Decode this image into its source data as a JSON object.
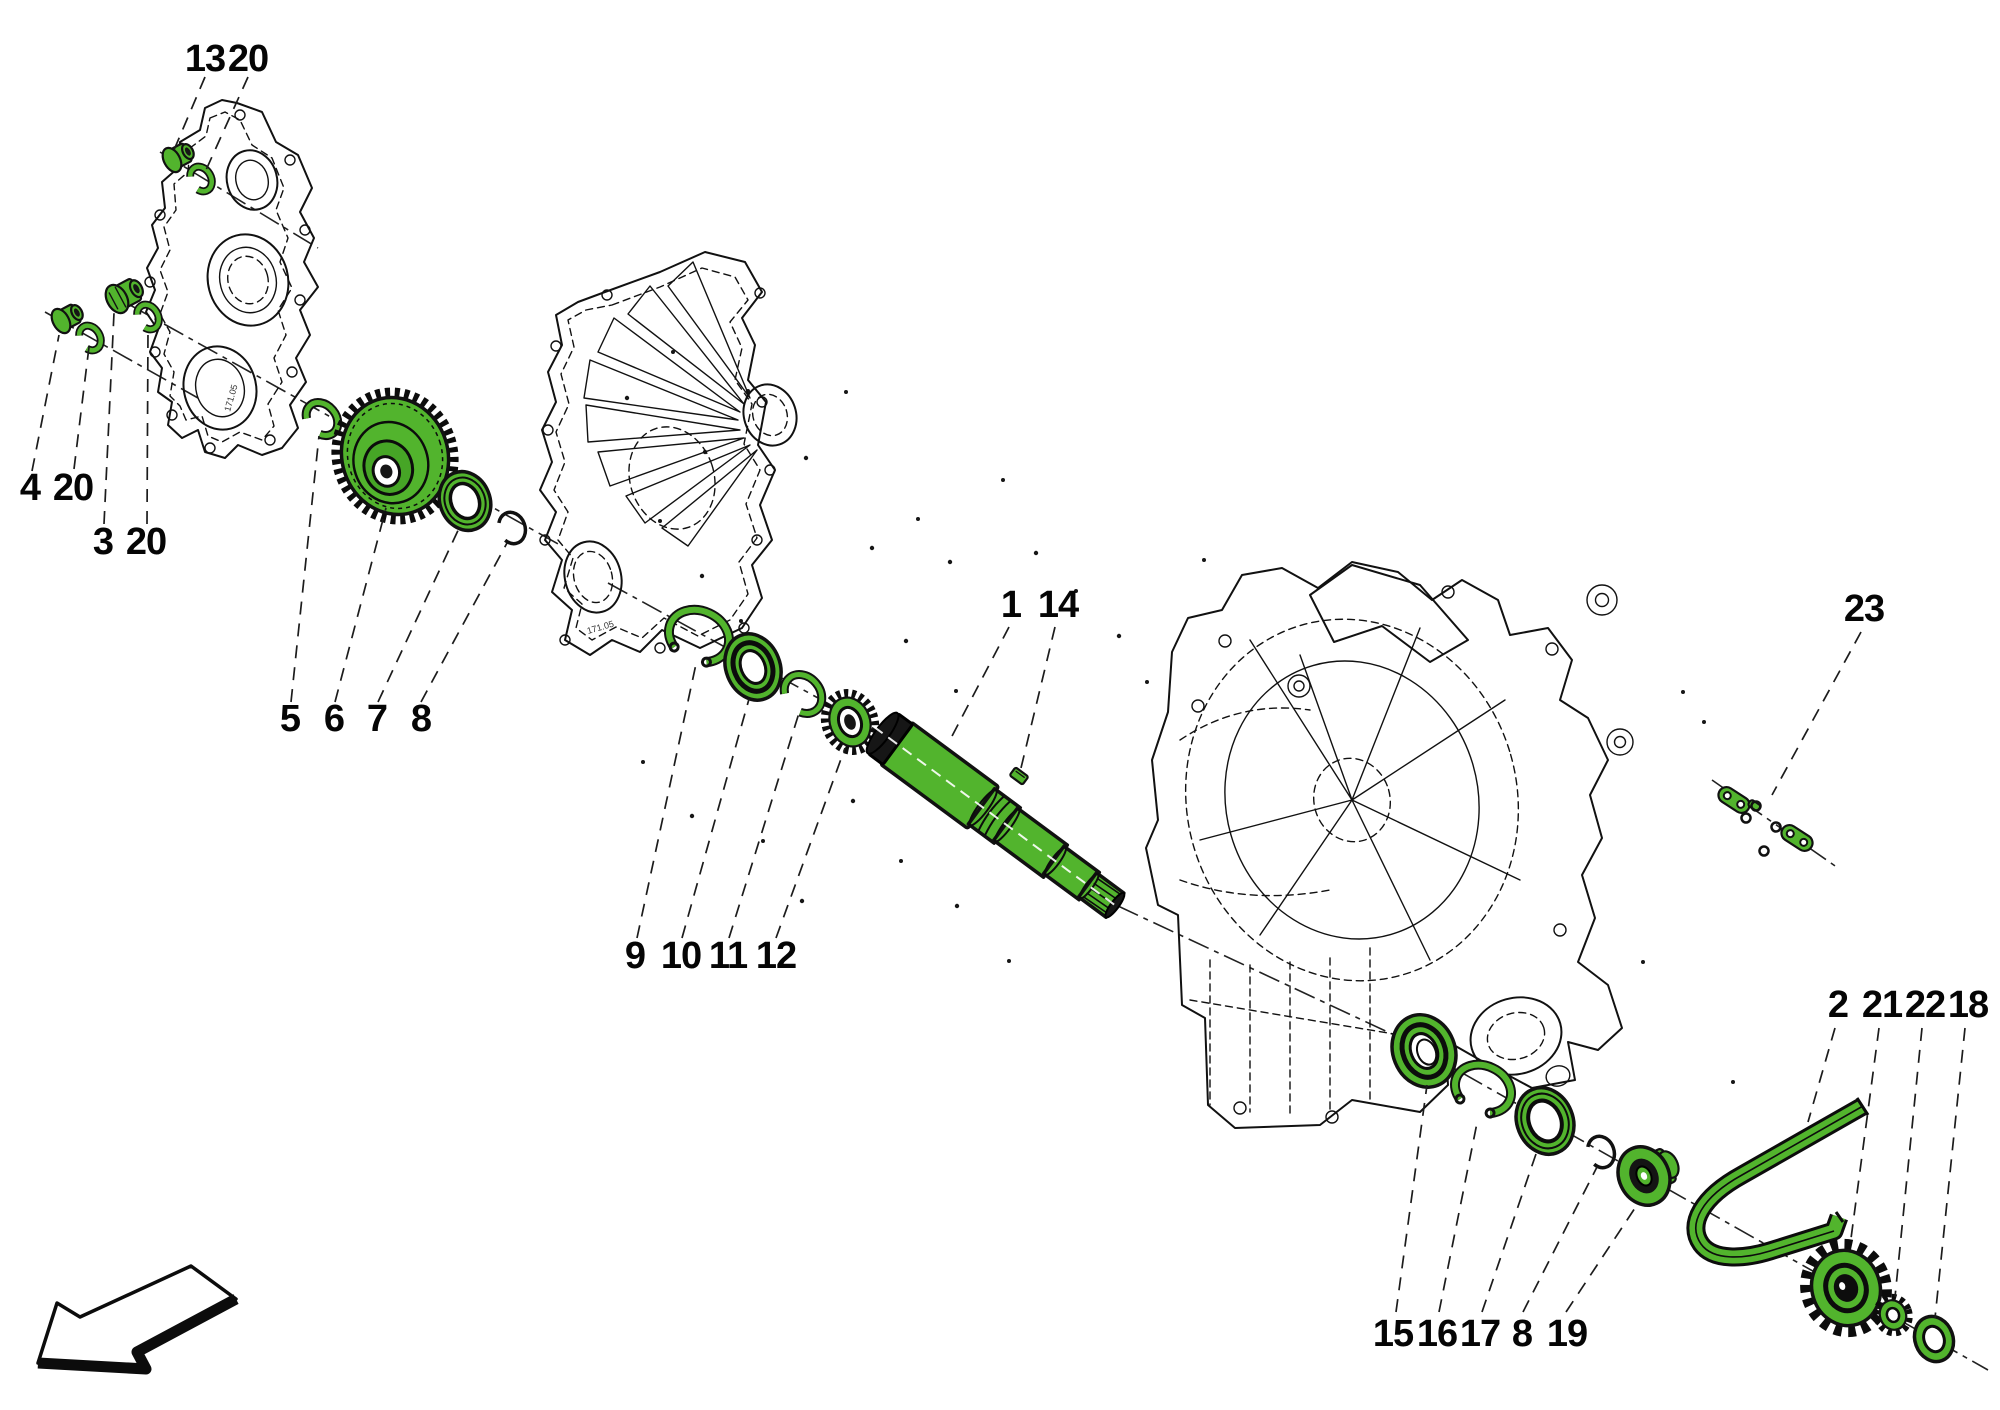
{
  "diagram": {
    "kind": "exploded-parts-diagram-gearbox",
    "background": "#ffffff",
    "highlight_color": "#52b42d",
    "line_color": "#111111",
    "cover_stamp": "171.05",
    "callouts": {
      "c13": "13",
      "c20a": "20",
      "c4": "4",
      "c20b": "20",
      "c3": "3",
      "c20c": "20",
      "c5": "5",
      "c6": "6",
      "c7": "7",
      "c8a": "8",
      "c9": "9",
      "c10": "10",
      "c11": "11",
      "c12": "12",
      "c1": "1",
      "c14": "14",
      "c23": "23",
      "c2": "2",
      "c21": "21",
      "c22": "22",
      "c18": "18",
      "c15": "15",
      "c16": "16",
      "c17": "17",
      "c8b": "8",
      "c19": "19"
    }
  }
}
